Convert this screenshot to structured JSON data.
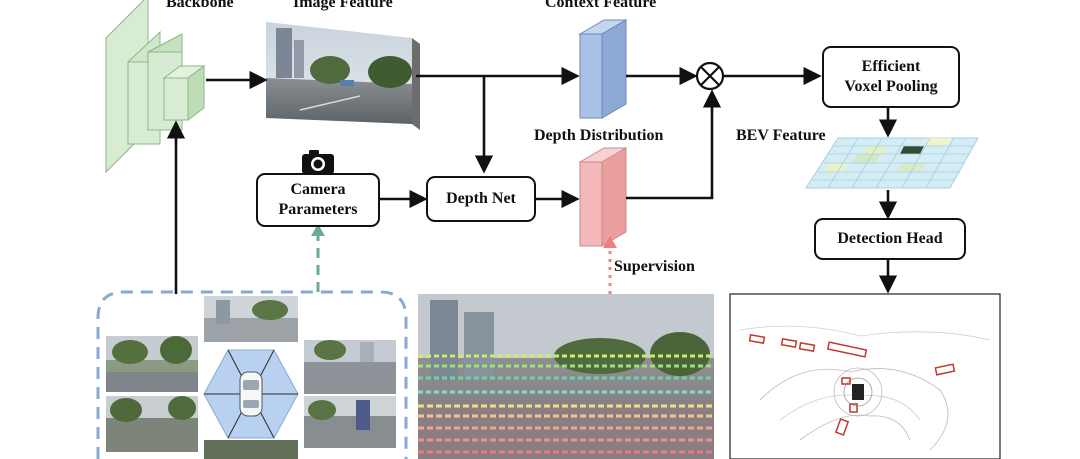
{
  "labels": {
    "backbone": "Backbone",
    "image_feature": "Image Feature",
    "context_feature": "Context Feature",
    "depth_distribution": "Depth Distribution",
    "bev_feature": "BEV Feature",
    "supervision": "Supervision"
  },
  "boxes": {
    "efficient_voxel_pooling": "Efficient\nVoxel Pooling",
    "camera_parameters": "Camera\nParameters",
    "depth_net": "Depth Net",
    "detection_head": "Detection Head"
  },
  "icons": [
    "camera-icon",
    "multiply-icon",
    "car-icon"
  ],
  "colors": {
    "backbone_fill": "#d8ecd3",
    "context_feature_fill": "#a9c1e6",
    "depth_distribution_fill": "#f4b8b8",
    "bev_grid_fill": "#d4edf5",
    "camera_link_dash": "#6aaa98",
    "supervision_dash": "#ef7f7f",
    "surround_frame_dash": "#8aa9d2",
    "detection_box": "#c0392b"
  }
}
